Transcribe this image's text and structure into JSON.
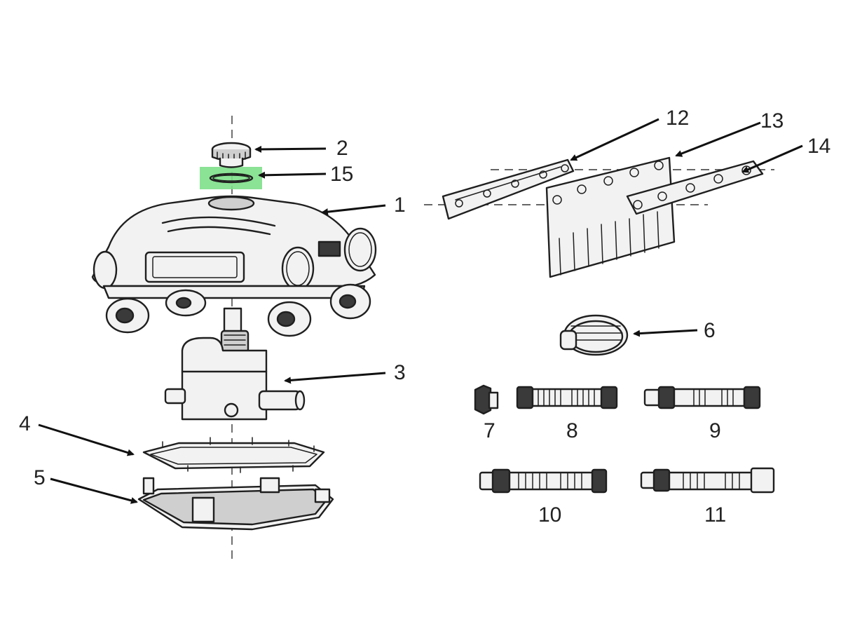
{
  "diagram": {
    "accent_color": "#7ee08a",
    "highlighted_part": "15",
    "parts": [
      {
        "id": "1",
        "label": "1"
      },
      {
        "id": "2",
        "label": "2"
      },
      {
        "id": "3",
        "label": "3"
      },
      {
        "id": "4",
        "label": "4"
      },
      {
        "id": "5",
        "label": "5"
      },
      {
        "id": "6",
        "label": "6"
      },
      {
        "id": "7",
        "label": "7"
      },
      {
        "id": "8",
        "label": "8"
      },
      {
        "id": "9",
        "label": "9"
      },
      {
        "id": "10",
        "label": "10"
      },
      {
        "id": "11",
        "label": "11"
      },
      {
        "id": "12",
        "label": "12"
      },
      {
        "id": "13",
        "label": "13"
      },
      {
        "id": "14",
        "label": "14"
      },
      {
        "id": "15",
        "label": "15"
      }
    ]
  }
}
